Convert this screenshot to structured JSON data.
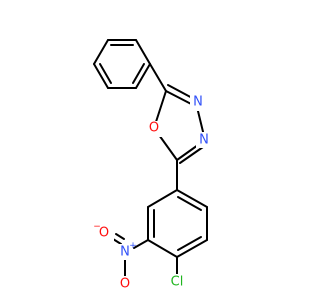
{
  "colors": {
    "bond": "#000000",
    "oxygen": "#ff0d0d",
    "nitrogen": "#3050f8",
    "chlorine": "#1fb51f",
    "background": "#ffffff"
  },
  "atoms": {
    "o_ring": "O",
    "n_ring_upper": "N",
    "n_ring_lower": "N",
    "n_nitro": "N",
    "n_nitro_charge": "+",
    "o_nitro_upper": "O",
    "o_nitro_upper_charge": "−",
    "o_nitro_lower": "O",
    "cl": "Cl"
  }
}
